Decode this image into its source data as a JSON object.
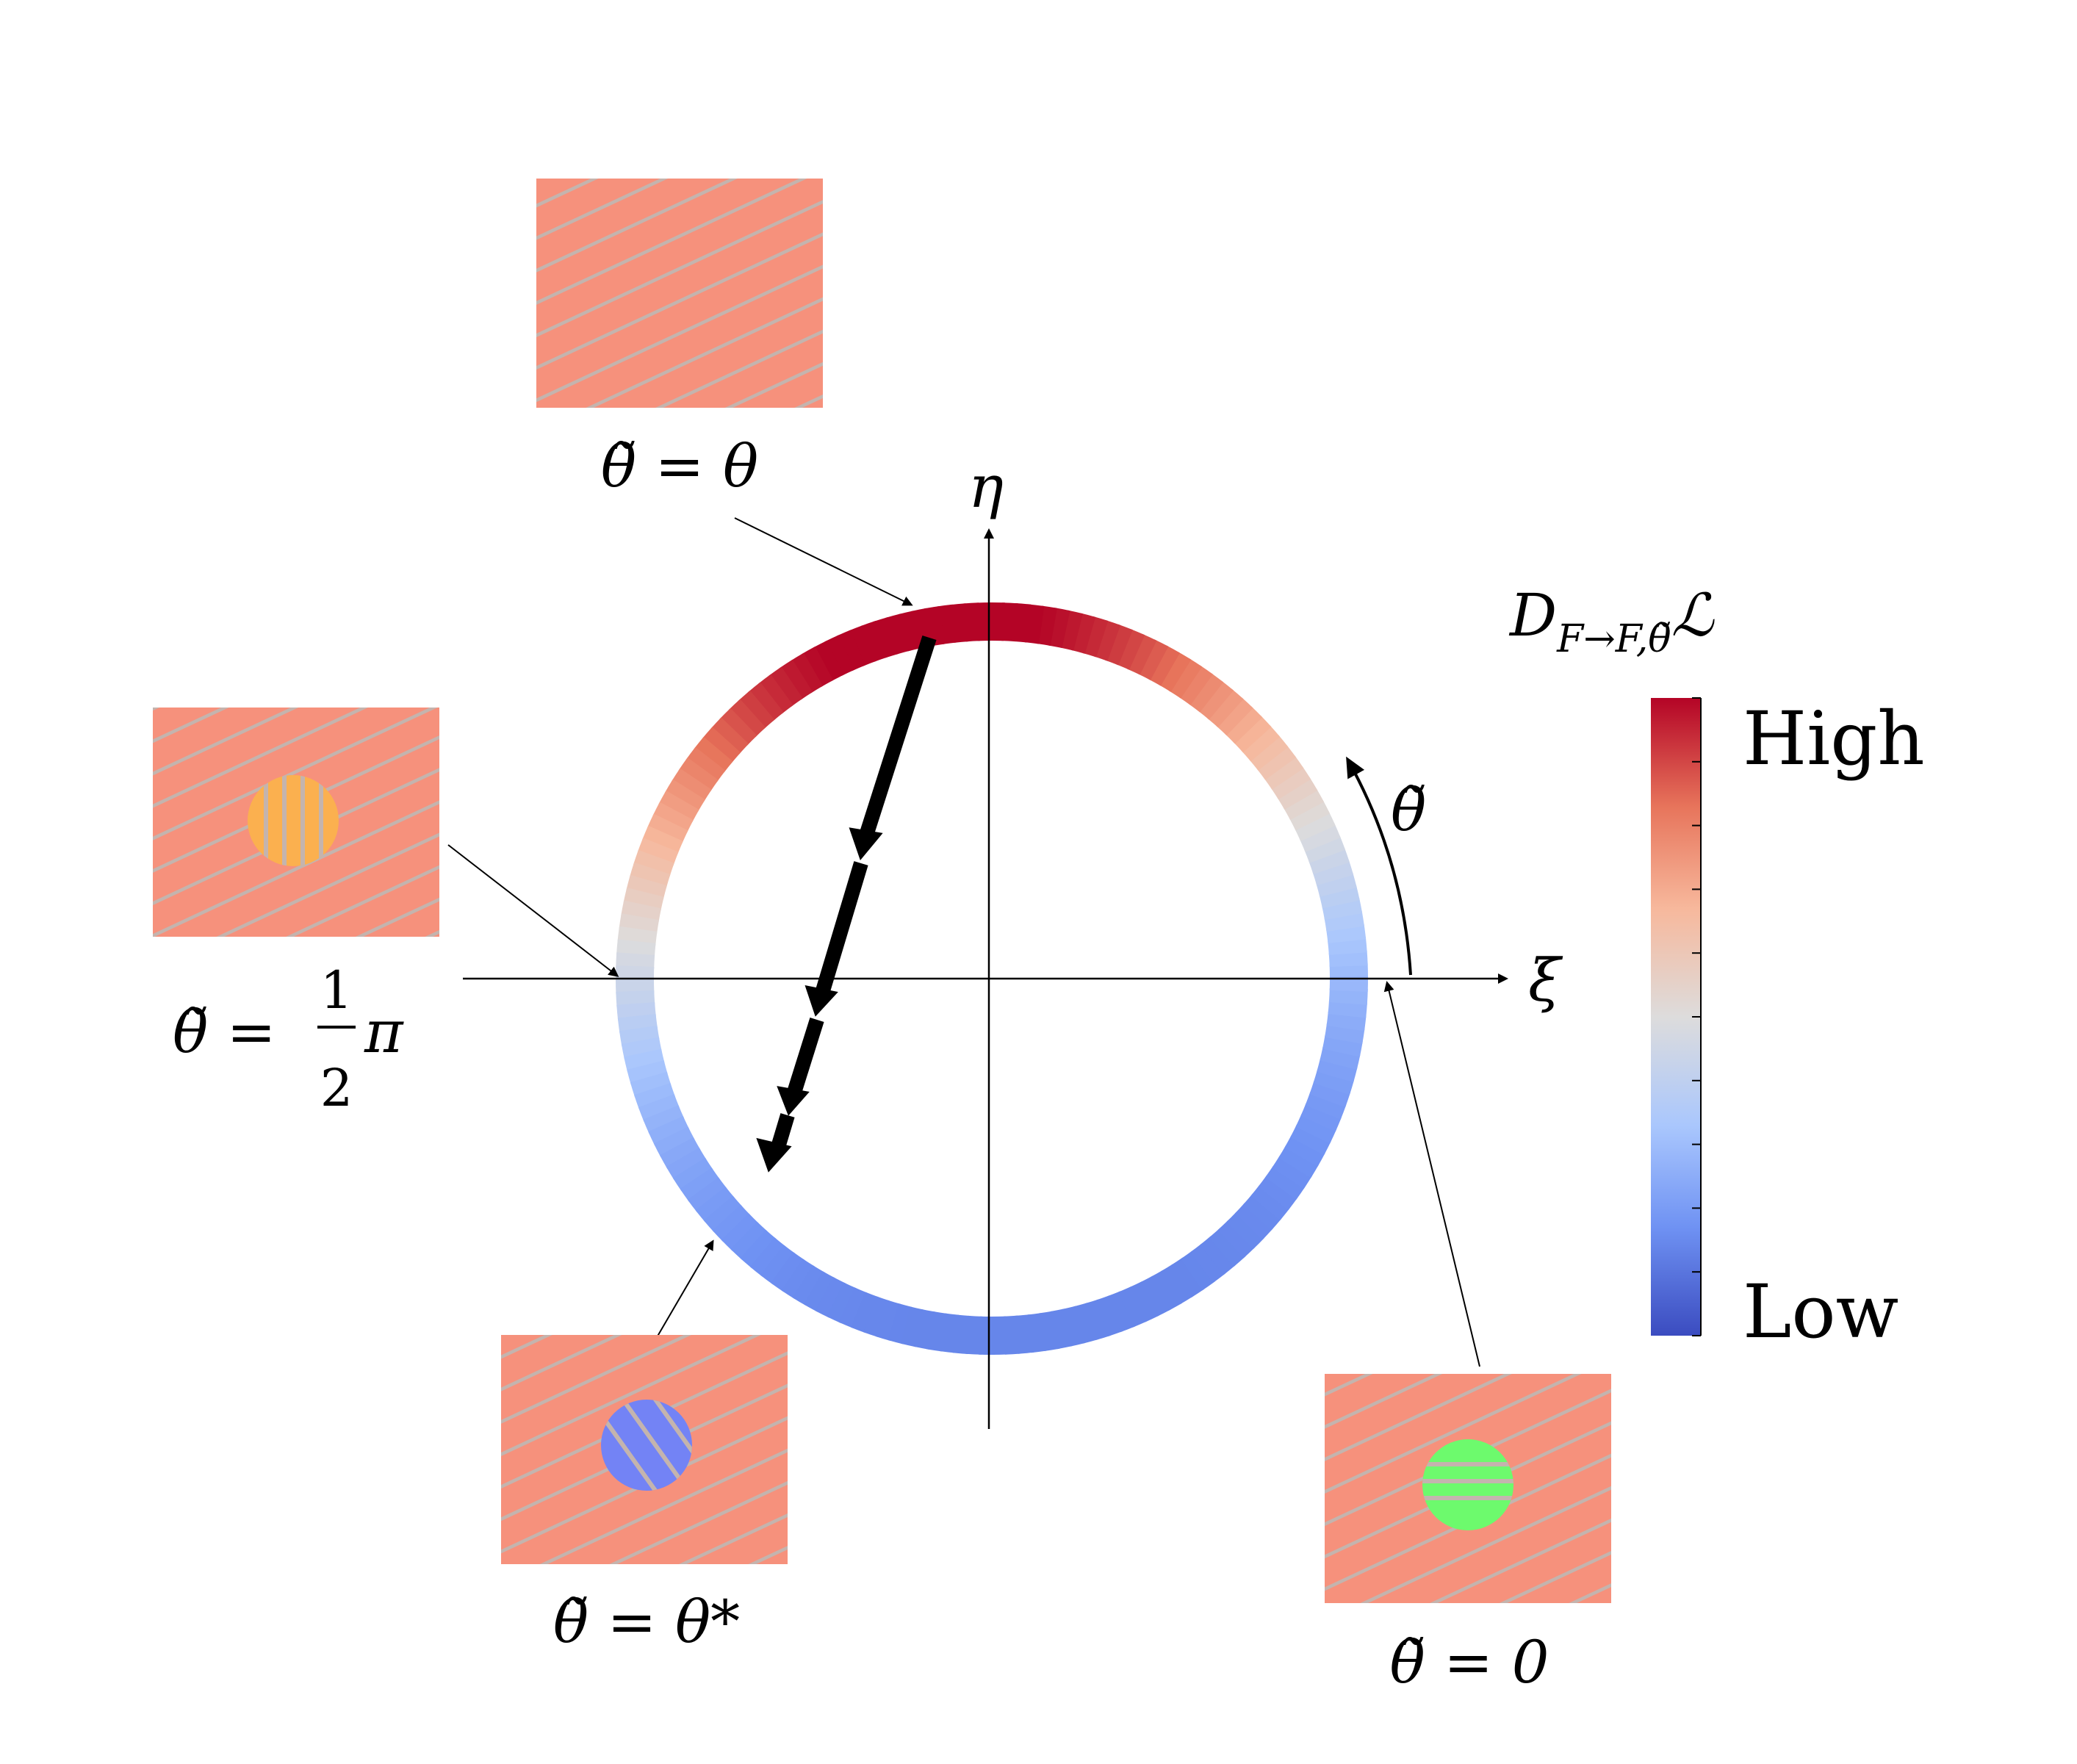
{
  "axes": {
    "x_label": "ξ",
    "y_label": "η",
    "angle_label": "θ̃"
  },
  "colorbar": {
    "title_main": "D",
    "title_sub": "F→F,θ̃",
    "title_op": "ℒ",
    "high_label": "High",
    "low_label": "Low",
    "colors": [
      "#3b4cc0",
      "#6f92f3",
      "#aac7fd",
      "#dddcdc",
      "#f7b89c",
      "#e7745b",
      "#b40426"
    ]
  },
  "panels": [
    {
      "id": "theta",
      "label": "θ̃ = θ",
      "has_disc": false
    },
    {
      "id": "half-pi",
      "label_lhs": "θ̃ =",
      "label_num": "1",
      "label_den": "2",
      "label_rhs": "π",
      "has_disc": true,
      "disc_color": "#fbb04f",
      "stripe": "vertical"
    },
    {
      "id": "theta-star",
      "label": "θ̃ = θ*",
      "has_disc": true,
      "disc_color": "#7383f5",
      "stripe": "diagonal"
    },
    {
      "id": "zero",
      "label": "θ̃ = 0",
      "has_disc": true,
      "disc_color": "#6dfa6d",
      "stripe": "horizontal"
    }
  ],
  "panel_colors": {
    "background": "#f6917c",
    "hatch": "#c4b4ae"
  }
}
